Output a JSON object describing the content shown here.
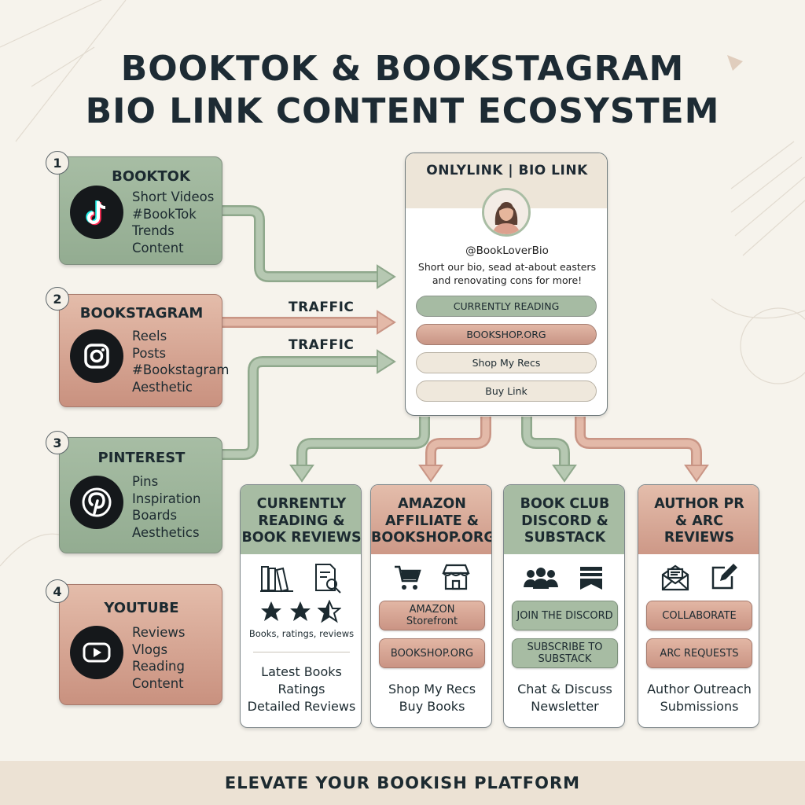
{
  "title": {
    "line1": "BOOKTOK & BOOKSTAGRAM",
    "line2": "BIO LINK CONTENT ECOSYSTEM"
  },
  "sources": [
    {
      "number": "1",
      "name": "BOOKTOK",
      "icon": "tiktok-icon",
      "lines": [
        "Short Videos",
        "#BookTok",
        "Trends",
        "Content"
      ]
    },
    {
      "number": "2",
      "name": "BOOKSTAGRAM",
      "icon": "instagram-icon",
      "lines": [
        "Reels",
        "Posts",
        "#Bookstagram",
        "Aesthetic"
      ]
    },
    {
      "number": "3",
      "name": "PINTEREST",
      "icon": "pinterest-icon",
      "lines": [
        "Pins",
        "Inspiration",
        "Boards",
        "Aesthetics"
      ]
    },
    {
      "number": "4",
      "name": "YOUTUBE",
      "icon": "youtube-icon",
      "lines": [
        "Reviews",
        "Vlogs",
        "Reading",
        "Content"
      ]
    }
  ],
  "traffic_labels": [
    "TRAFFIC",
    "TRAFFIC"
  ],
  "bio_card": {
    "title": "ONLYLINK | BIO LINK",
    "handle": "@BookLoverBio",
    "description": "Short our bio, sead at-about easters and renovating cons for more!",
    "buttons": [
      "CURRENTLY READING",
      "BOOKSHOP.ORG",
      "Shop My Recs",
      "Buy Link"
    ]
  },
  "destinations": [
    {
      "title": [
        "CURRENTLY",
        "READING &",
        "BOOK REVIEWS"
      ],
      "icons": [
        "books-icon",
        "document-search-icon"
      ],
      "rating_icons": [
        "star-icon",
        "star-icon",
        "half-star-icon"
      ],
      "caption": "Books, ratings, reviews",
      "footer": [
        "Latest Books",
        "Ratings",
        "Detailed Reviews"
      ]
    },
    {
      "title": [
        "AMAZON",
        "AFFILIATE &",
        "BOOKSHOP.ORG"
      ],
      "icons": [
        "cart-icon",
        "storefront-icon"
      ],
      "buttons": [
        [
          "AMAZON",
          "Storefront"
        ],
        [
          "BOOKSHOP.ORG"
        ]
      ],
      "footer": [
        "Shop My Recs",
        "Buy Books"
      ]
    },
    {
      "title": [
        "BOOK CLUB",
        "DISCORD &",
        "SUBSTACK"
      ],
      "icons": [
        "community-icon",
        "newsletter-icon"
      ],
      "buttons": [
        [
          "JOIN THE DISCORD"
        ],
        [
          "SUBSCRIBE TO",
          "SUBSTACK"
        ]
      ],
      "footer": [
        "Chat & Discuss",
        "Newsletter"
      ]
    },
    {
      "title": [
        "AUTHOR PR",
        "& ARC",
        "REVIEWS"
      ],
      "icons": [
        "mail-icon",
        "edit-icon"
      ],
      "buttons": [
        [
          "COLLABORATE"
        ],
        [
          "ARC REQUESTS"
        ]
      ],
      "footer": [
        "Author Outreach",
        "Submissions"
      ]
    }
  ],
  "footer": "ELEVATE YOUR BOOKISH PLATFORM",
  "colors": {
    "sage": "#a7bca3",
    "rose": "#d7a694",
    "cream": "#f6f3ec",
    "ink": "#1c2a30"
  }
}
